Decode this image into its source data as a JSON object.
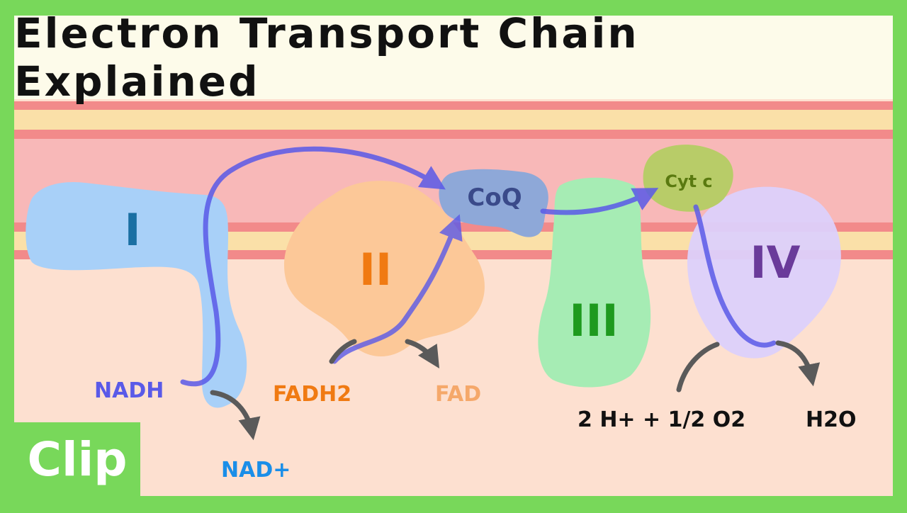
{
  "title": "Electron Transport Chain Explained",
  "badge": "Clip",
  "complexes": [
    {
      "id": "complex-1",
      "label": "I",
      "fill": "#a8d0f8",
      "text_color": "#1a6fa3"
    },
    {
      "id": "complex-2",
      "label": "II",
      "fill": "#fcc898",
      "text_color": "#f07a12"
    },
    {
      "id": "complex-3",
      "label": "III",
      "fill": "#a6ecb4",
      "text_color": "#1e9a1e"
    },
    {
      "id": "complex-4",
      "label": "IV",
      "fill": "#dcd0fb",
      "text_color": "#6a3b9a"
    }
  ],
  "carriers": {
    "coq": {
      "label": "CoQ",
      "fill": "#8ea8d8",
      "text_color": "#3a4a8a"
    },
    "cytc": {
      "label": "Cyt c",
      "fill": "#b8cc68",
      "text_color": "#5a7a10"
    }
  },
  "molecules": {
    "nadh": "NADH",
    "nad_plus": "NAD+",
    "fadh2": "FADH2",
    "fad": "FAD",
    "h_o2": "2 H+ + 1/2 O2",
    "h2o": "H2O"
  },
  "colors": {
    "frame": "#78d85a",
    "title_bg": "#fdfbea",
    "intermembrane": "#f8b8b8",
    "membrane_stripe": "#f28a8a",
    "membrane_core": "#fae0a8",
    "matrix": "#fde0d0",
    "electron_path": "#5a5ae8",
    "reaction_arrow": "#5a5a5a",
    "nadh_text": "#5a5ae8",
    "nad_plus_text": "#1a8ee8",
    "fadh2_text": "#f07a12",
    "fad_text": "#f5a86a",
    "chemistry_text": "#111111"
  }
}
